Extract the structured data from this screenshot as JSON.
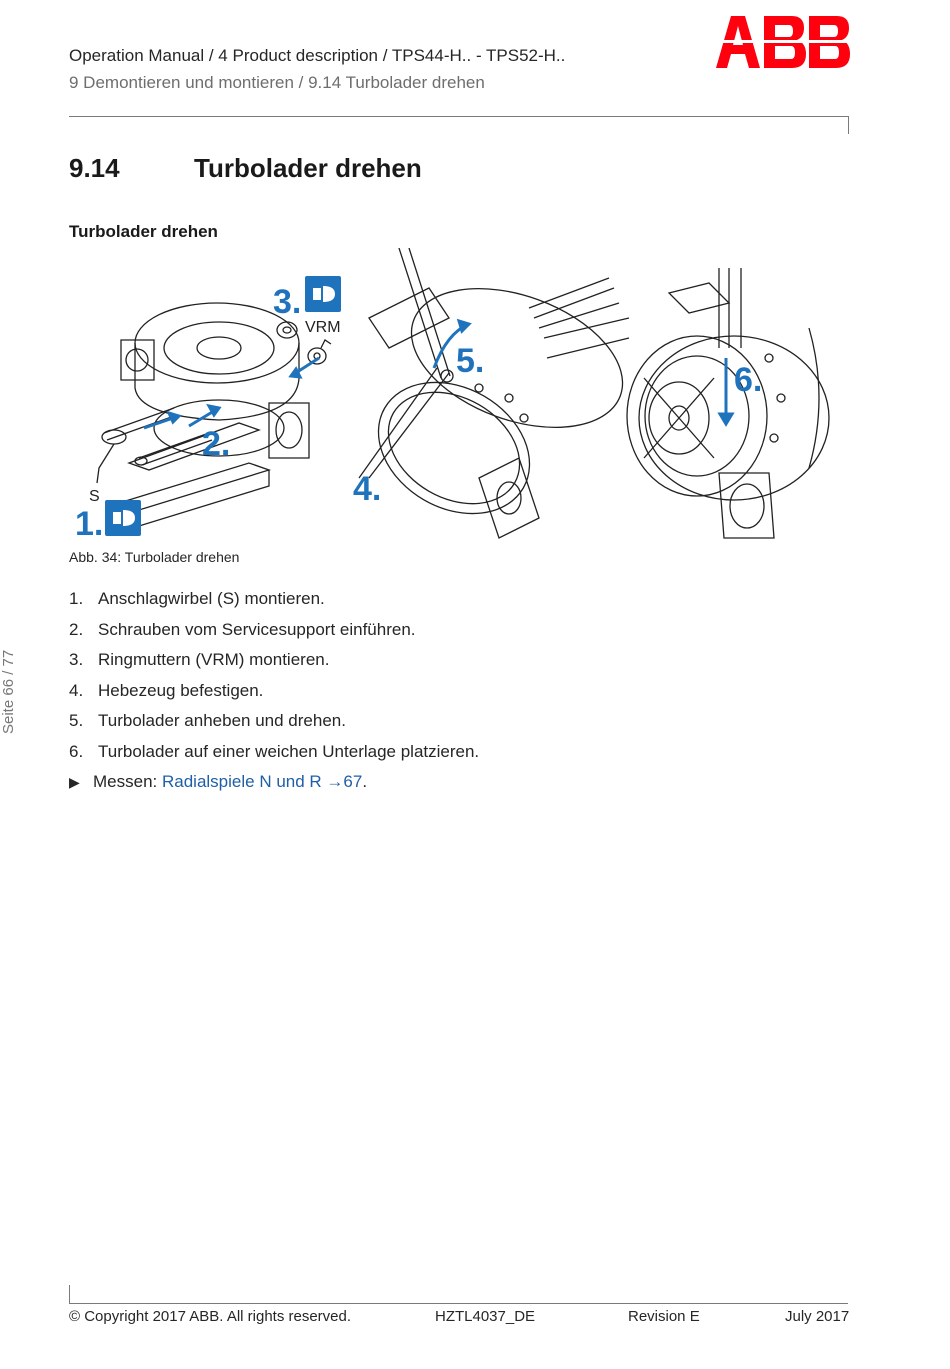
{
  "header": {
    "breadcrumb": "Operation Manual / 4 Product description / TPS44-H.. - TPS52-H..",
    "chapter": "9  Demontieren und montieren / 9.14  Turbolader drehen"
  },
  "brand": {
    "logo_text": "ABB",
    "color": "#ff000f",
    "accent": "#1f73bd"
  },
  "section": {
    "number": "9.14",
    "title": "Turbolader drehen"
  },
  "subheading": "Turbolader drehen",
  "figure": {
    "labels": [
      "1.",
      "2.",
      "3.",
      "4.",
      "5.",
      "6."
    ],
    "part_labels": [
      "S",
      "VRM"
    ],
    "caption": "Abb. 34: Turbolader drehen"
  },
  "steps": [
    {
      "num": "1.",
      "text": "Anschlagwirbel (S) montieren."
    },
    {
      "num": "2.",
      "text": "Schrauben vom Servicesupport einführen."
    },
    {
      "num": "3.",
      "text": "Ringmuttern (VRM) montieren."
    },
    {
      "num": "4.",
      "text": "Hebezeug befestigen."
    },
    {
      "num": "5.",
      "text": "Turbolader anheben und drehen."
    },
    {
      "num": "6.",
      "text": "Turbolader auf einer weichen Unterlage platzieren."
    }
  ],
  "result": {
    "marker": "▶",
    "prefix": "Messen:",
    "link_text": "Radialspiele N und R",
    "link_ref": "→67",
    "suffix": "."
  },
  "side": {
    "page_label": "Seite 66 / 77"
  },
  "footer": {
    "copyright": "© Copyright 2017 ABB. All rights reserved.",
    "doc_id": "HZTL4037_DE",
    "revision": "Revision E",
    "date": "July 2017"
  }
}
